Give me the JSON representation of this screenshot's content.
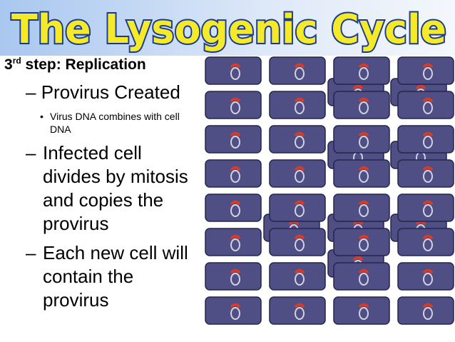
{
  "slide": {
    "title": "The Lysogenic Cycle",
    "subtitle_prefix": "3",
    "subtitle_sup": "rd",
    "subtitle_rest": " step: Replication",
    "bullet_1": "Provirus Created",
    "bullet_1_dash": "–",
    "sub_bullet_dot": "•",
    "sub_bullet_1": "Virus DNA combines with cell DNA",
    "bullet_2": "Infected cell divides by mitosis and copies the provirus",
    "bullet_2_dash": "–",
    "bullet_3": "Each new cell will contain the provirus",
    "bullet_3_dash": "–"
  },
  "colors": {
    "title_fill": "#f4ea2a",
    "title_stroke": "#1a3a8c",
    "cell_fill": "#4f4f86",
    "cell_stroke": "#25254f",
    "dna_stroke": "#d1d1e0",
    "virus_dna": "#e0391f"
  }
}
